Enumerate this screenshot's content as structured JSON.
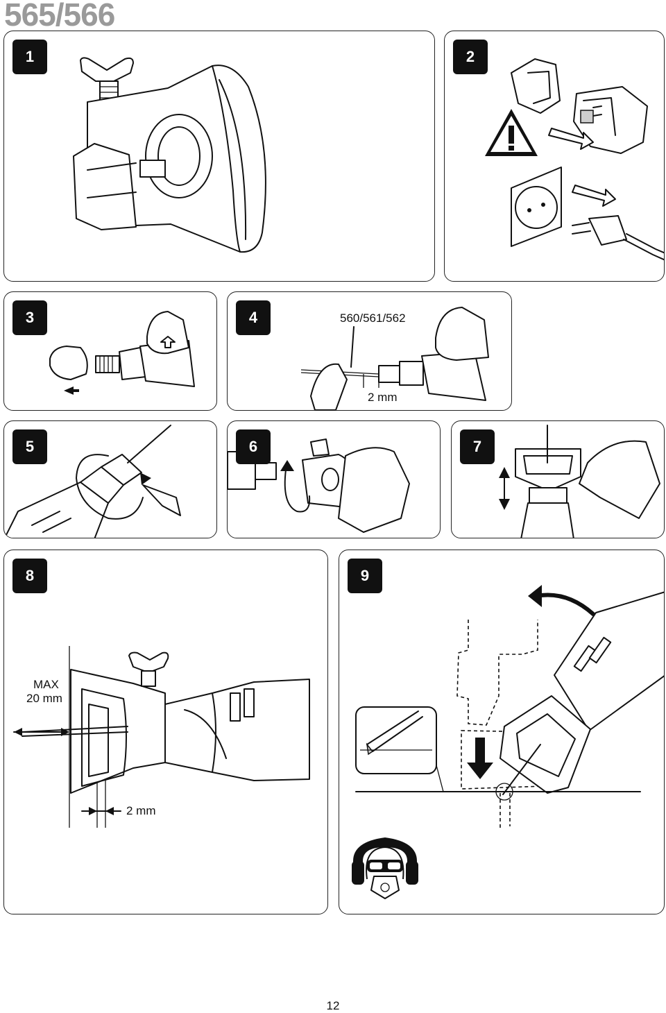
{
  "header": {
    "model": "565/566"
  },
  "panels": [
    {
      "step": "1"
    },
    {
      "step": "2"
    },
    {
      "step": "3"
    },
    {
      "step": "4",
      "model_label": "560/561/562",
      "gap_label": "2 mm"
    },
    {
      "step": "5"
    },
    {
      "step": "6"
    },
    {
      "step": "7"
    },
    {
      "step": "8",
      "max_label": "MAX",
      "depth_label": "20 mm",
      "gap_label": "2 mm"
    },
    {
      "step": "9"
    }
  ],
  "footer": {
    "page_number": "12"
  },
  "icons": [
    "warning-icon",
    "wall-socket-icon",
    "plug-icon",
    "arrow-icon",
    "rotate-arrow-icon",
    "safety-goggles-mask-icon",
    "drill-bit-icon",
    "hand-icon",
    "attachment-icon",
    "rotary-tool-icon"
  ]
}
